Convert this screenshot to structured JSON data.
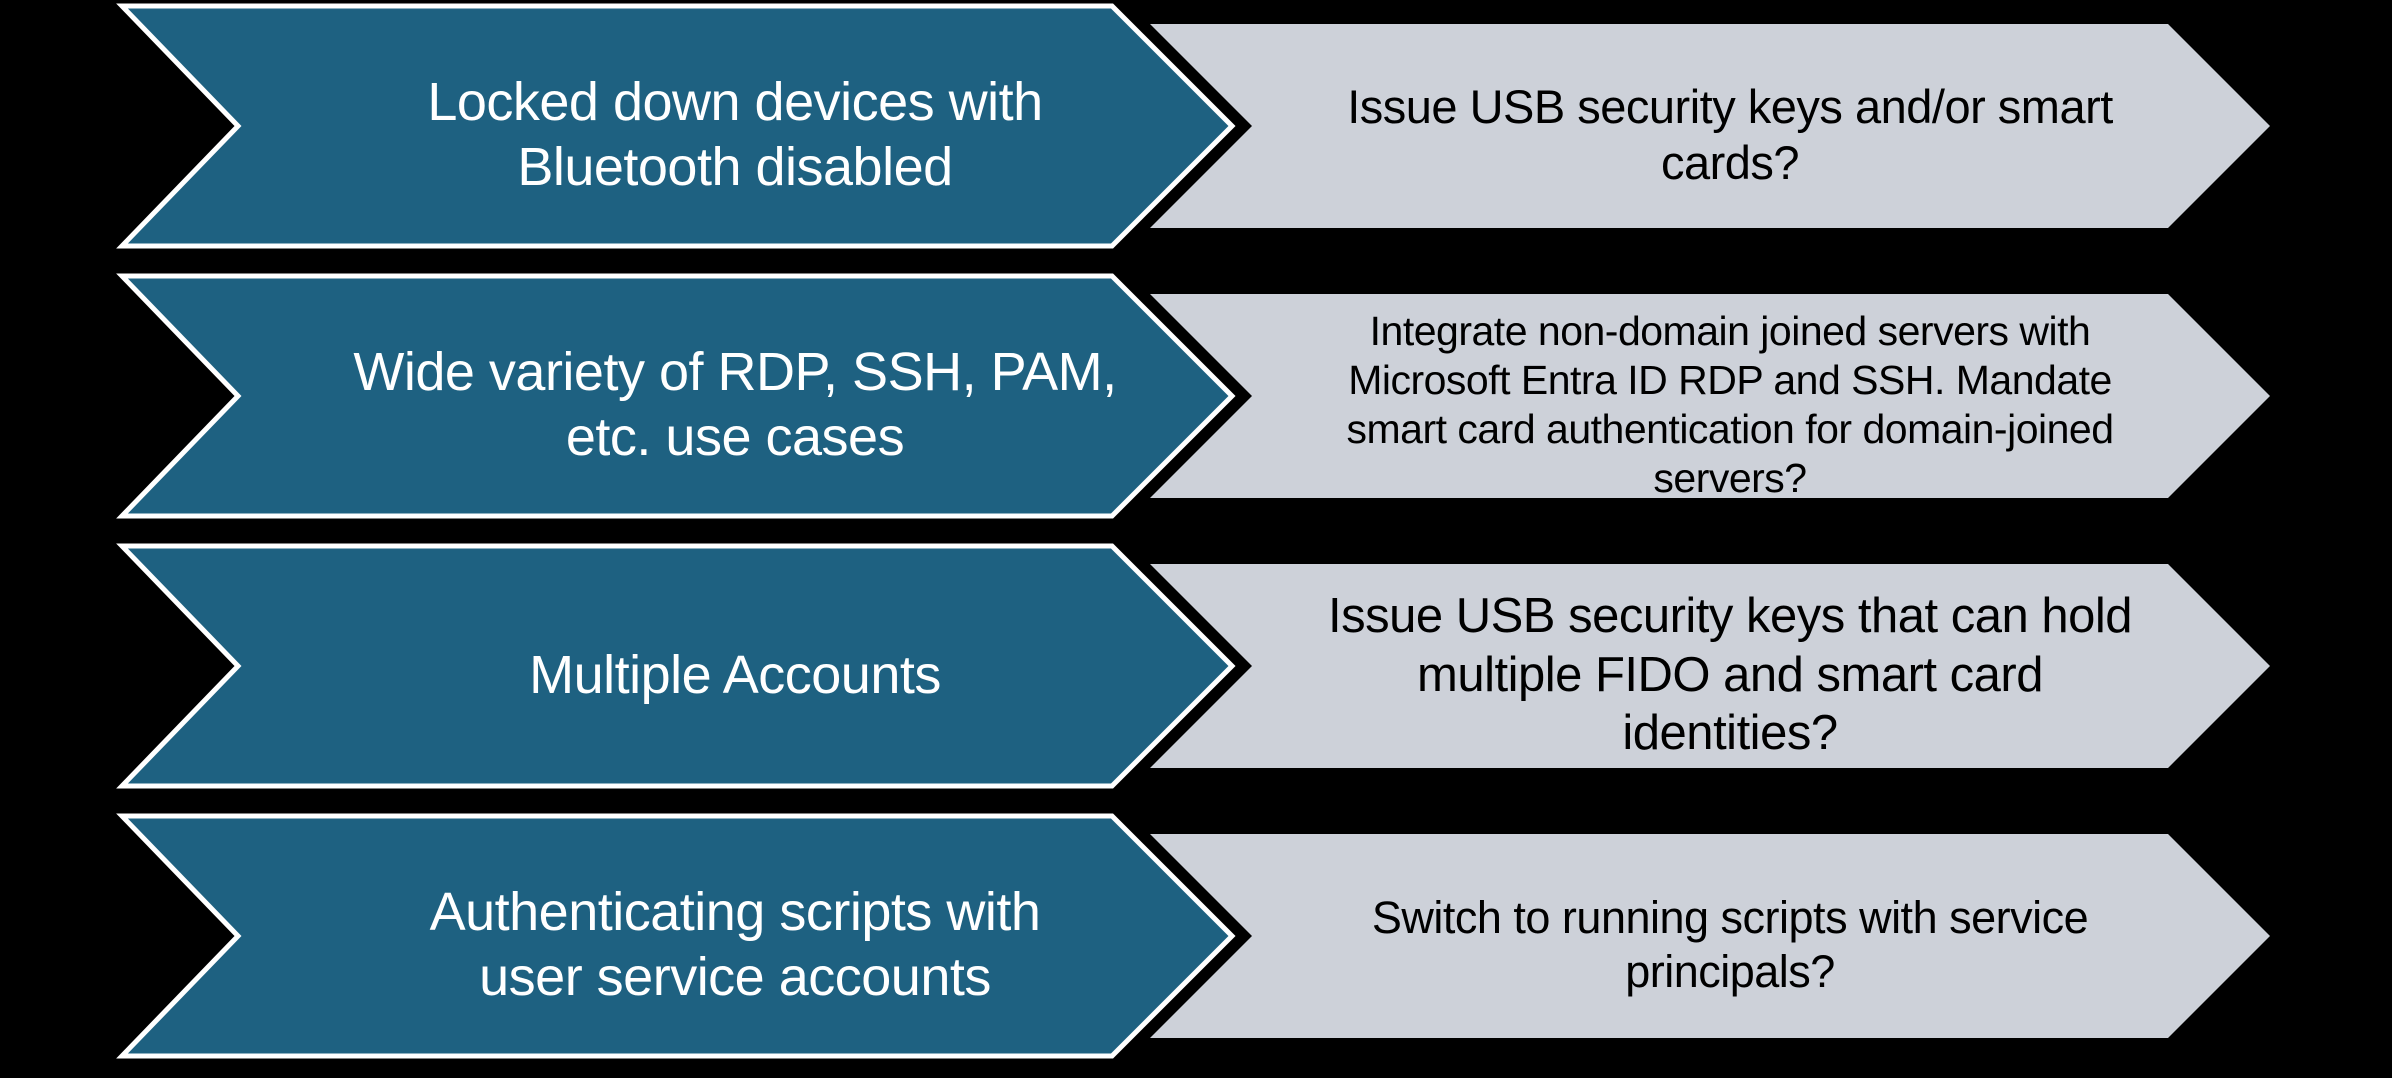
{
  "colors": {
    "background": "#000000",
    "challenge_fill": "#1E6181",
    "challenge_border": "#FFFFFF",
    "challenge_text": "#FFFFFF",
    "solution_fill": "#CDD1D9",
    "solution_text": "#000000"
  },
  "rows": [
    {
      "challenge": "Locked down devices with\nBluetooth disabled",
      "solution": "Issue USB security keys and/or smart\ncards?"
    },
    {
      "challenge": "Wide variety of RDP, SSH, PAM,\netc. use cases",
      "solution": "Integrate non-domain joined servers with\nMicrosoft Entra ID RDP and SSH. Mandate\nsmart card authentication for domain-joined\nservers?"
    },
    {
      "challenge": "Multiple Accounts",
      "solution": "Issue USB security keys that can hold\nmultiple FIDO and smart card\nidentities?"
    },
    {
      "challenge": "Authenticating scripts with\nuser service accounts",
      "solution": "Switch to running scripts with service\nprincipals?"
    }
  ]
}
